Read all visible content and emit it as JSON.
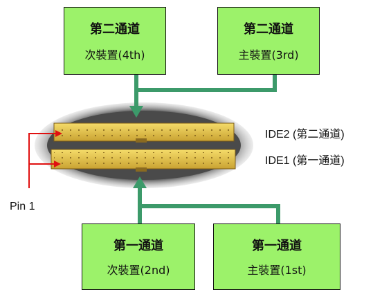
{
  "boxes": {
    "ch2_slave": {
      "title": "第二通道",
      "sub": "次裝置(4th)"
    },
    "ch2_master": {
      "title": "第二通道",
      "sub": "主裝置(3rd)"
    },
    "ch1_slave": {
      "title": "第一通道",
      "sub": "次裝置(2nd)"
    },
    "ch1_master": {
      "title": "第一通道",
      "sub": "主裝置(1st)"
    }
  },
  "labels": {
    "ide2": "IDE2 (第二通道)",
    "ide1": "IDE1 (第一通道)",
    "pin1": "Pin 1"
  },
  "colors": {
    "box_fill": "#9cf26a",
    "connector_line": "#3c9a6a",
    "pin_arrow": "#e01010",
    "connector_yellow": "#e8c84a"
  }
}
